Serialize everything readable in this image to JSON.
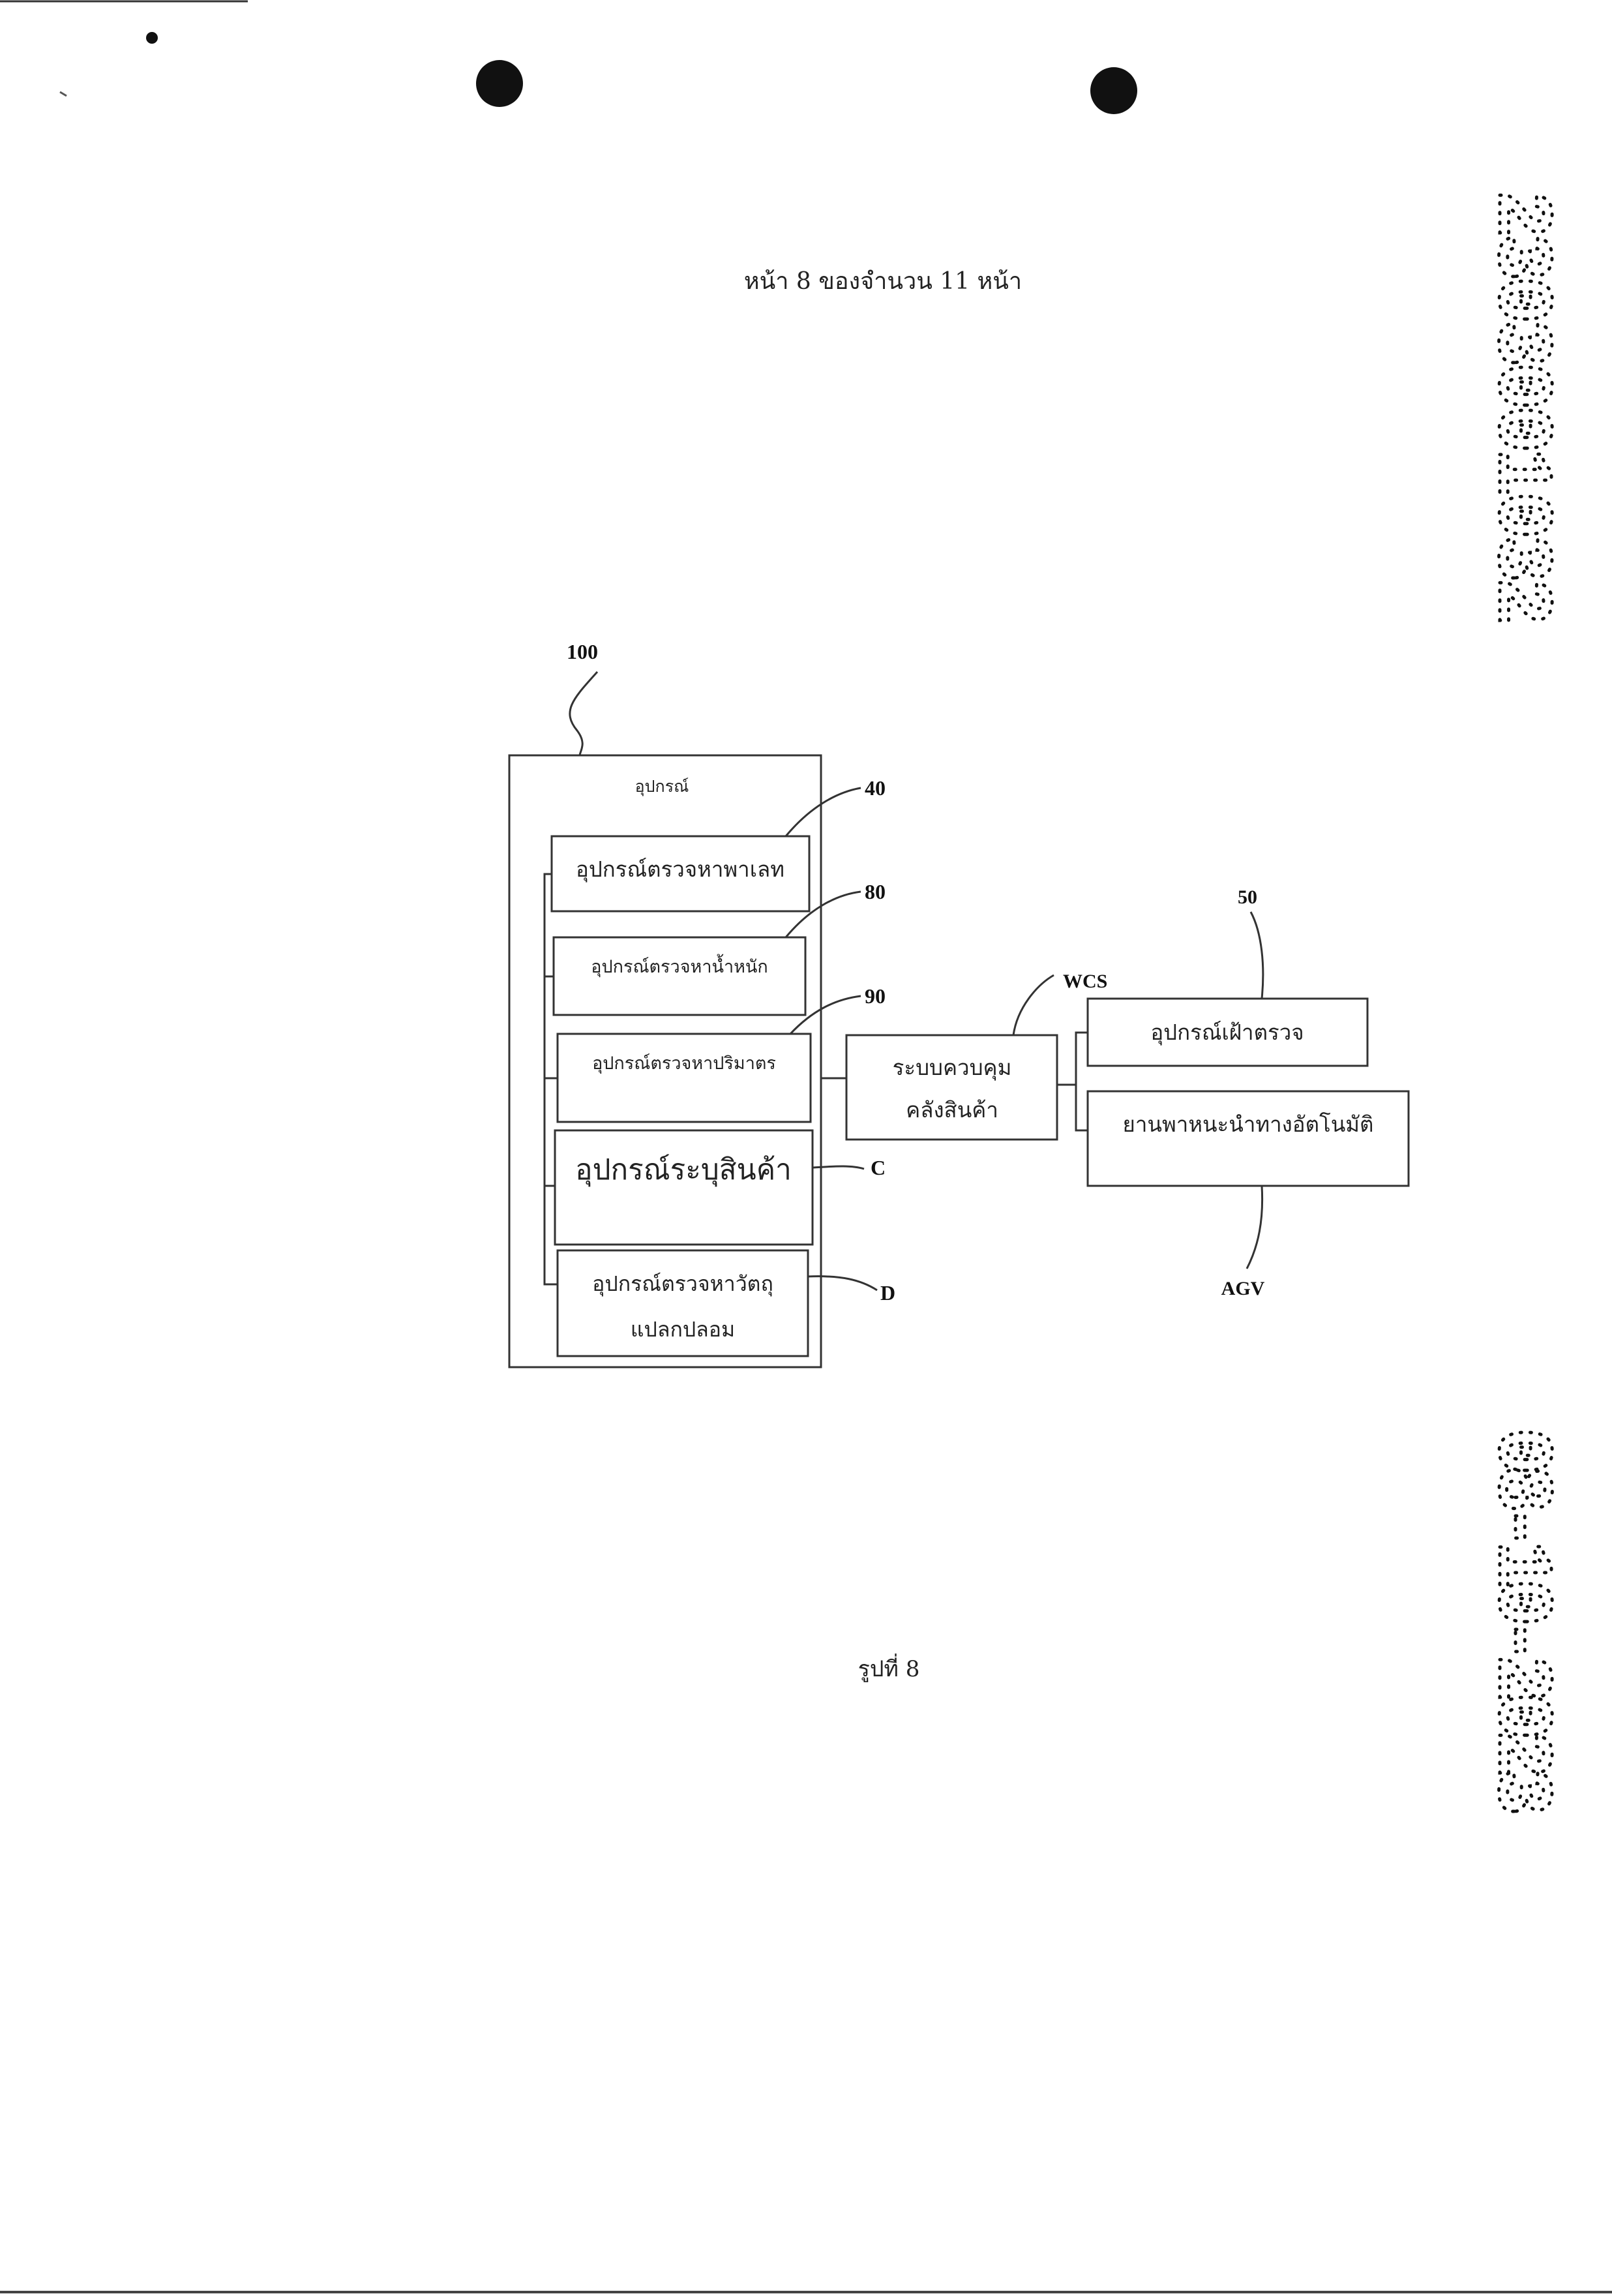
{
  "header": {
    "page_text": "หน้า 8 ของจำนวน 11 หน้า"
  },
  "diagram": {
    "device_group": {
      "ref": "100",
      "title": "อุปกรณ์"
    },
    "components": [
      {
        "ref": "40",
        "label": "อุปกรณ์ตรวจหาพาเลท"
      },
      {
        "ref": "80",
        "label": "อุปกรณ์ตรวจหาน้ำหนัก"
      },
      {
        "ref": "90",
        "label": "อุปกรณ์ตรวจหาปริมาตร"
      },
      {
        "ref": "C",
        "label": "อุปกรณ์ระบุสินค้า"
      },
      {
        "ref": "D",
        "label_line1": "อุปกรณ์ตรวจหาวัตถุ",
        "label_line2": "แปลกปลอม"
      }
    ],
    "wcs": {
      "ref": "WCS",
      "label_line1": "ระบบควบคุม",
      "label_line2": "คลังสินค้า"
    },
    "monitor": {
      "ref": "50",
      "label": "อุปกรณ์เฝ้าตรวจ"
    },
    "agv": {
      "ref": "AGV",
      "label": "ยานพาหนะนำทางอัตโนมัติ"
    }
  },
  "caption": "รูปที่ 8",
  "stamps": {
    "top": "2303001032",
    "bottom": "08-10-2023"
  }
}
